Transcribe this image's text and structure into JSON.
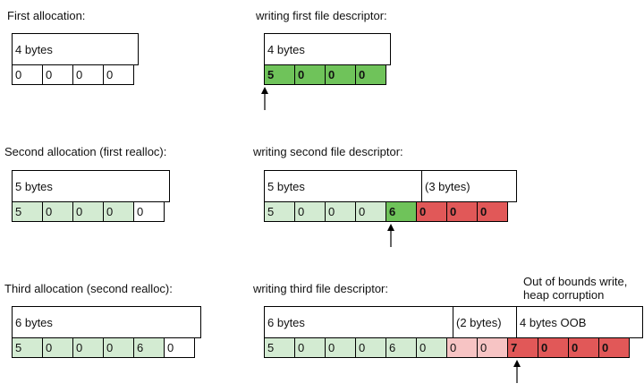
{
  "sections": [
    {
      "left_caption": "First allocation:",
      "left_header": "4 bytes",
      "left_cells": [
        "0",
        "0",
        "0",
        "0"
      ],
      "right_caption": "writing first file descriptor:",
      "right_header": "4 bytes",
      "right_cells": [
        "5",
        "0",
        "0",
        "0"
      ]
    },
    {
      "left_caption": "Second allocation (first realloc):",
      "left_header": "5 bytes",
      "left_cells": [
        "5",
        "0",
        "0",
        "0",
        "0"
      ],
      "right_caption": "writing second file descriptor:",
      "right_header": "5 bytes",
      "right_extra_header": "(3 bytes)",
      "right_cells": [
        "5",
        "0",
        "0",
        "0",
        "6",
        "0",
        "0",
        "0"
      ]
    },
    {
      "left_caption": "Third allocation (second realloc):",
      "left_header": "6 bytes",
      "left_cells": [
        "5",
        "0",
        "0",
        "0",
        "6",
        "0"
      ],
      "right_caption": "writing third file descriptor:",
      "right_header": "6 bytes",
      "right_extra_header": "(2 bytes)",
      "right_oob_header": "4 bytes OOB",
      "oob_note_line1": "Out of bounds write,",
      "oob_note_line2": "heap corruption",
      "right_cells": [
        "5",
        "0",
        "0",
        "0",
        "6",
        "0",
        "0",
        "0",
        "7",
        "0",
        "0",
        "0"
      ]
    }
  ],
  "colors": {
    "written": "#6fc35a",
    "previous": "#d3ebd2",
    "overflow_slack": "#f7c4c4",
    "out_of_bounds": "#e15858"
  },
  "icons": [
    "up-arrow-icon"
  ]
}
